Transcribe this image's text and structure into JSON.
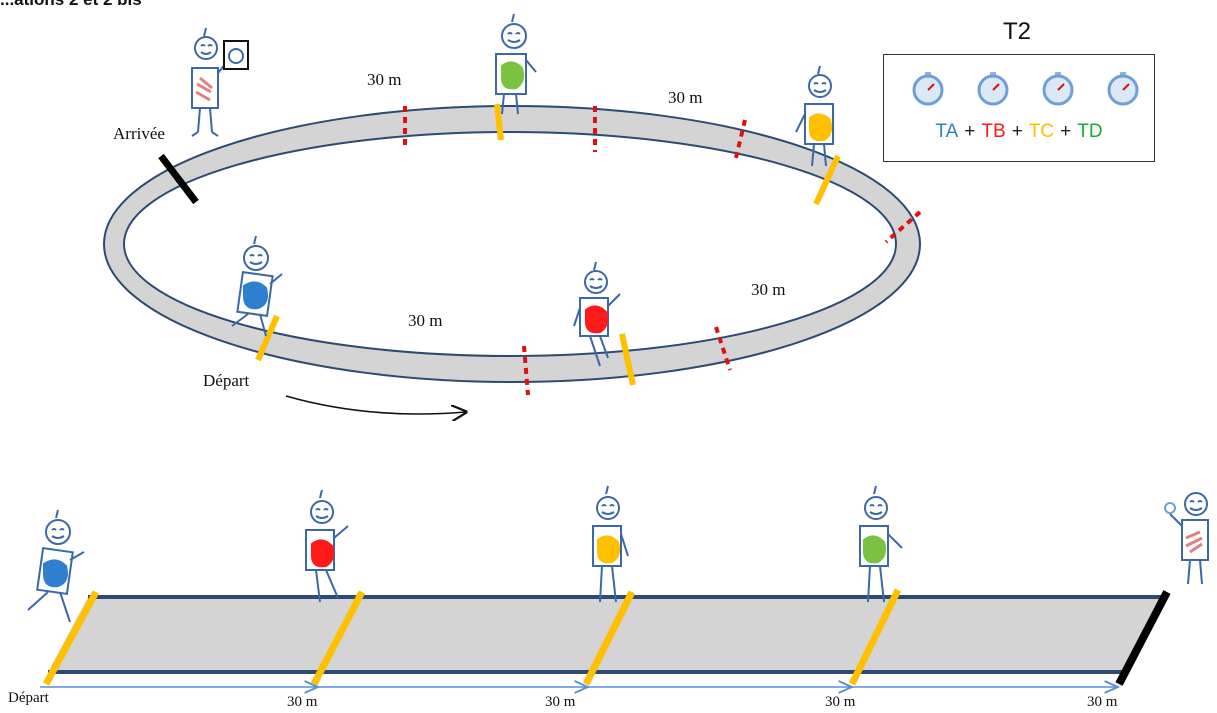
{
  "heading": "...ations 2 et 2 bis",
  "oval": {
    "finish_label": "Arrivée",
    "start_label": "Départ",
    "segment_labels": [
      "30 m",
      "30 m",
      "30 m",
      "30 m"
    ]
  },
  "legend": {
    "title": "T2",
    "terms": [
      {
        "text": "TA",
        "color": "#2f7fd0"
      },
      {
        "text": "TB",
        "color": "#ff1a1a"
      },
      {
        "text": "TC",
        "color": "#ffc000"
      },
      {
        "text": "TD",
        "color": "#1fa83a"
      }
    ],
    "plus": "+"
  },
  "straight": {
    "start_label": "Départ",
    "segment_labels": [
      "30 m",
      "30 m",
      "30 m",
      "30 m"
    ]
  },
  "colors": {
    "track_fill": "#d4d4d4",
    "track_edge": "#2d4a73",
    "relay_mark": "#ffc000",
    "line_mark": "#000000",
    "dash_mark": "#e01010",
    "runner_a": "#2f7fd0",
    "runner_b": "#ff1a1a",
    "runner_c": "#ffc000",
    "runner_d": "#7cc241",
    "timer": "#e08080",
    "figure_stroke": "#3a68a8"
  }
}
